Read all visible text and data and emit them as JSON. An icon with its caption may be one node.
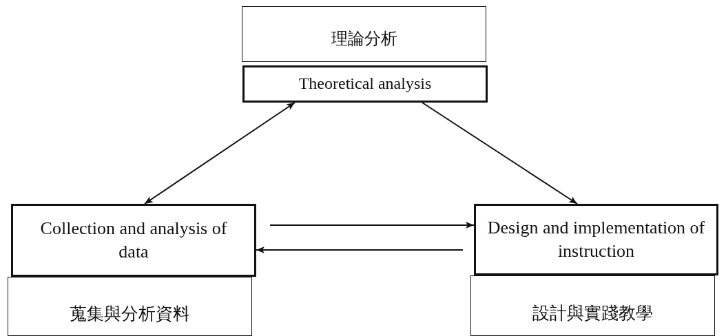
{
  "diagram": {
    "nodes": [
      {
        "text": [
          "理論分析"
        ]
      },
      {
        "text": [
          "Theoretical analysis"
        ]
      },
      {
        "text": [
          "Collection and analysis of data"
        ]
      },
      {
        "text": [
          "蒐集與分析資料"
        ]
      },
      {
        "text": [
          "Design and implementation of instruction"
        ]
      },
      {
        "text": [
          "設計與實踐教學"
        ]
      }
    ],
    "edges": [
      {
        "from": 1,
        "to": 2,
        "arrow": "both"
      },
      {
        "from": 1,
        "to": 4,
        "arrow": "to"
      },
      {
        "from": 2,
        "to": 4,
        "arrow": "to"
      },
      {
        "from": 4,
        "to": 2,
        "arrow": "to"
      }
    ]
  }
}
